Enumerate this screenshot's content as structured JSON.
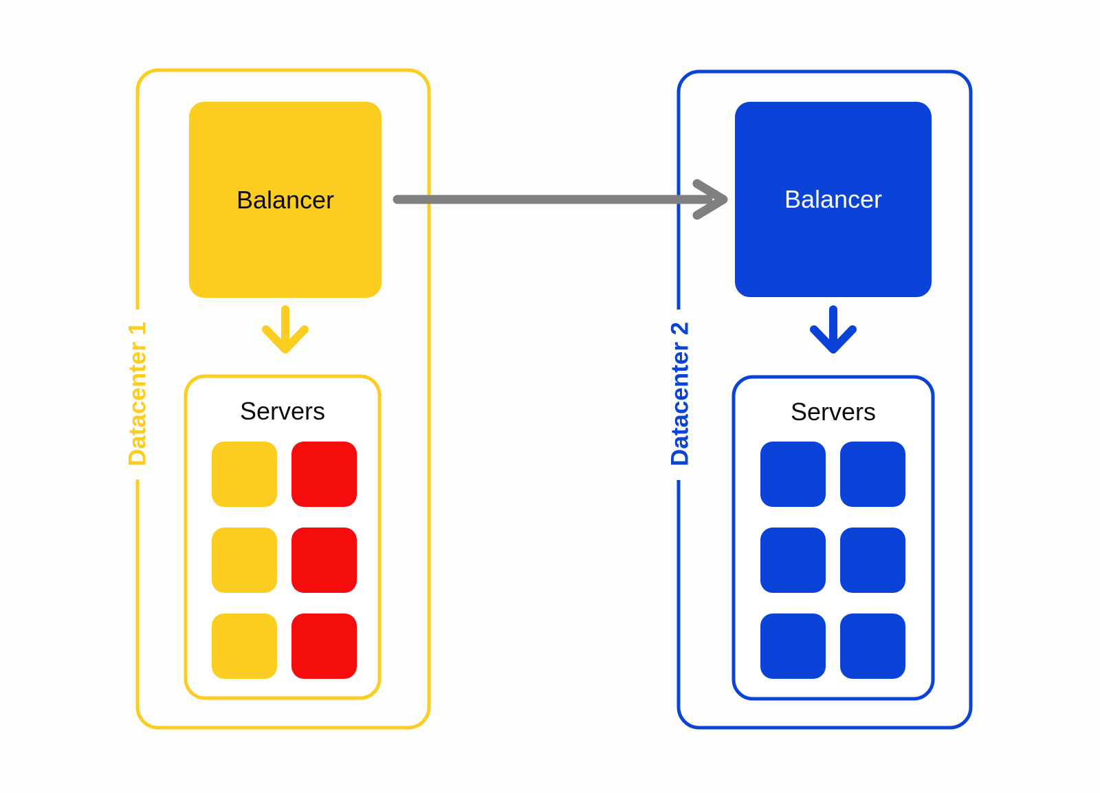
{
  "colors": {
    "yellow": "#FCCD21",
    "red": "#F50D0D",
    "blue": "#0B42D8",
    "gray": "#7F7F7F",
    "ink": "#0A0A0A",
    "white": "#FFFFFF",
    "background": "#FDFDFC"
  },
  "datacenters": [
    {
      "label": "Datacenter 1",
      "balancer_label": "Balancer",
      "servers_label": "Servers",
      "server_rows": [
        [
          "yellow",
          "red"
        ],
        [
          "yellow",
          "red"
        ],
        [
          "yellow",
          "red"
        ]
      ]
    },
    {
      "label": "Datacenter 2",
      "balancer_label": "Balancer",
      "servers_label": "Servers",
      "server_rows": [
        [
          "blue",
          "blue"
        ],
        [
          "blue",
          "blue"
        ],
        [
          "blue",
          "blue"
        ]
      ]
    }
  ]
}
